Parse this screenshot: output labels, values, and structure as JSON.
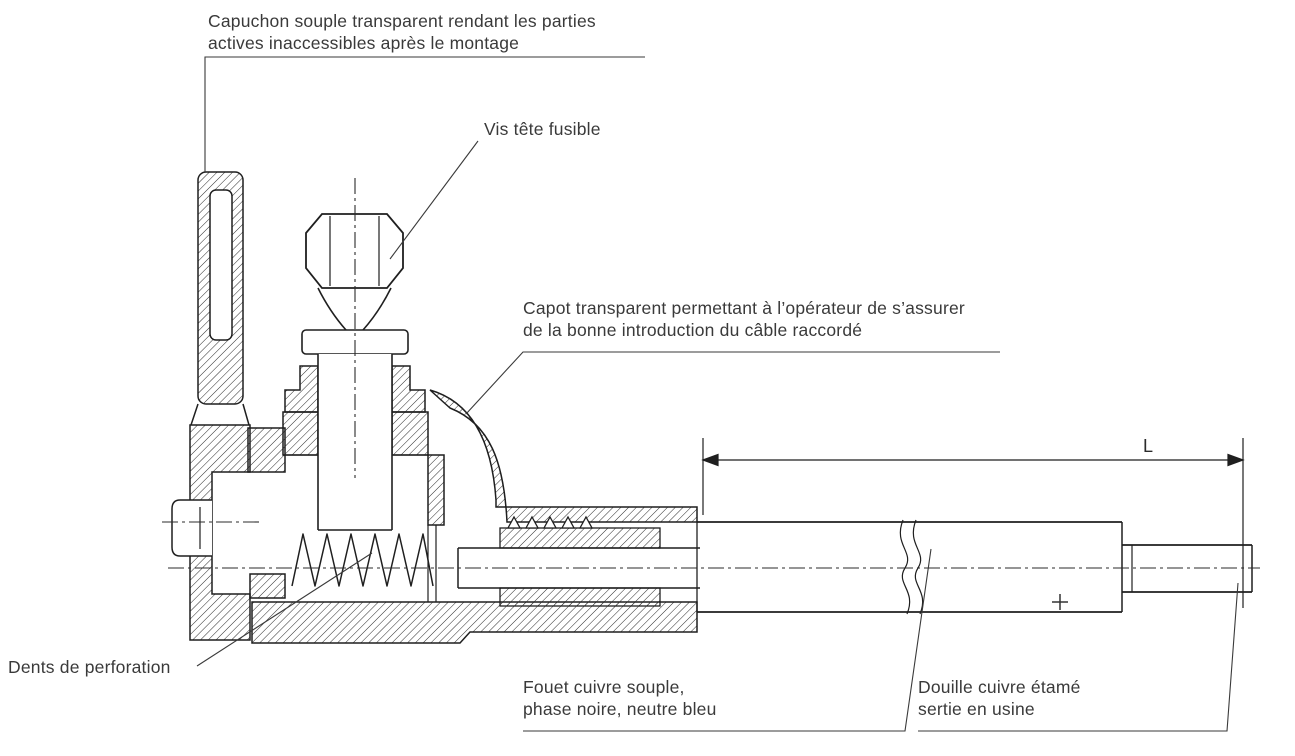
{
  "colors": {
    "background": "#ffffff",
    "line": "#1f1f1f",
    "text": "#3a3a3a"
  },
  "labels": {
    "capuchon": {
      "line1": "Capuchon souple transparent rendant les parties",
      "line2": "actives inaccessibles après le montage"
    },
    "vis": {
      "text": "Vis tête fusible"
    },
    "capot": {
      "line1": "Capot transparent permettant à l’opérateur de s’assurer",
      "line2": "de la bonne introduction du câble raccordé"
    },
    "dimension": {
      "value": "L"
    },
    "dents": {
      "text": "Dents de perforation"
    },
    "fouet": {
      "line1": "Fouet cuivre souple,",
      "line2": "phase noire, neutre bleu"
    },
    "douille": {
      "line1": "Douille cuivre étamé",
      "line2": "sertie en usine"
    }
  }
}
